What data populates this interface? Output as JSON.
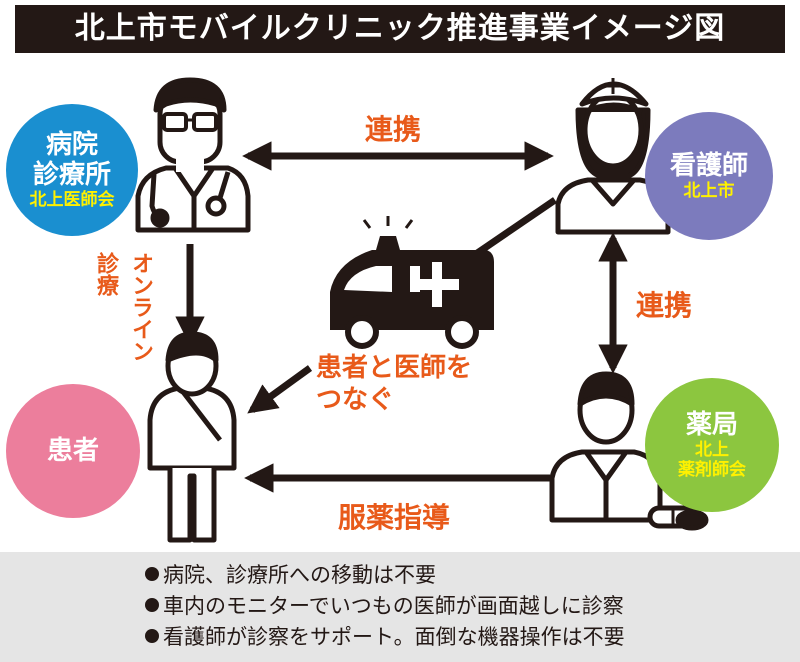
{
  "title": "北上市モバイルクリニック推進事業イメージ図",
  "hospital": {
    "line1": "病院",
    "line2": "診療所",
    "org": "北上医師会"
  },
  "nurse": {
    "name": "看護師",
    "org": "北上市"
  },
  "patient": {
    "name": "患者"
  },
  "pharmacy": {
    "name": "薬局",
    "org1": "北上",
    "org2": "薬剤師会"
  },
  "labels": {
    "link_top": "連携",
    "link_right": "連携",
    "online_a": "オンライン",
    "online_b": "診療",
    "connect_1": "患者と医師を",
    "connect_2": "つなぐ",
    "guidance": "服薬指導"
  },
  "notes": [
    "病院、診療所への移動は不要",
    "車内のモニターでいつもの医師が画面越しに診察",
    "看護師が診察をサポート。面倒な機器操作は不要"
  ],
  "colors": {
    "hospital": "#1a8fd0",
    "nurse": "#7c7bbd",
    "patient": "#ec7e9c",
    "pharmacy": "#8cc63f",
    "label": "#e85a1a",
    "dark": "#231815"
  },
  "icons": [
    "doctor-icon",
    "nurse-icon",
    "patient-icon",
    "pharmacist-icon",
    "ambulance-icon"
  ]
}
